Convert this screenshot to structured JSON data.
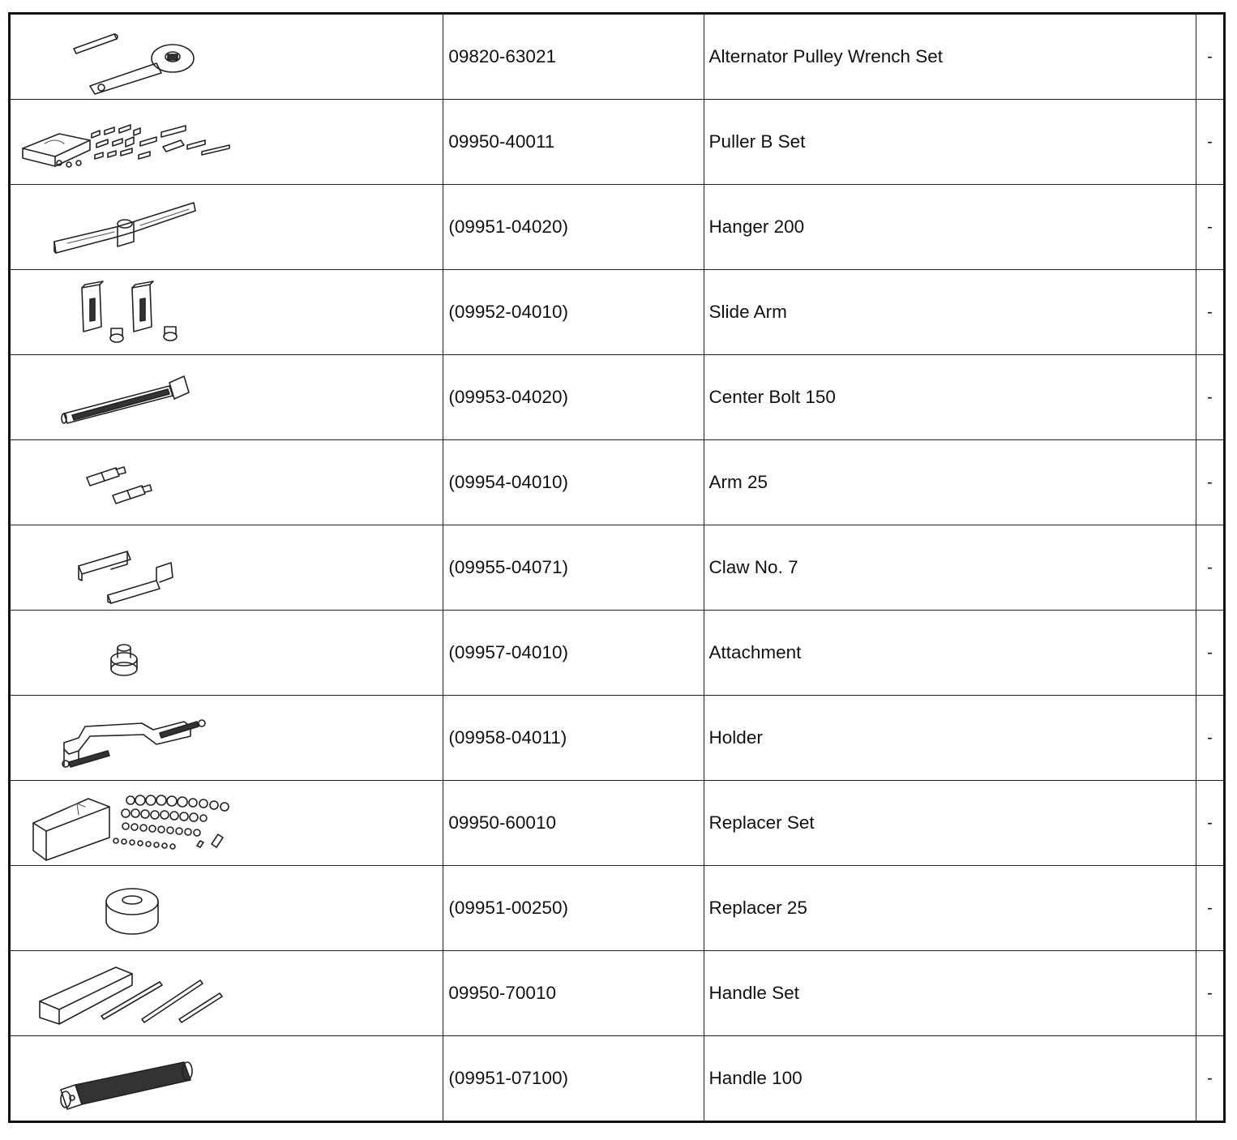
{
  "rows": [
    {
      "number": "09820-63021",
      "name": "Alternator Pulley Wrench Set",
      "note": "-",
      "icon": "pulley-wrench-icon"
    },
    {
      "number": "09950-40011",
      "name": "Puller B Set",
      "note": "-",
      "icon": "puller-set-icon"
    },
    {
      "number": "(09951-04020)",
      "name": "Hanger 200",
      "note": "-",
      "icon": "hanger-icon"
    },
    {
      "number": "(09952-04010)",
      "name": "Slide Arm",
      "note": "-",
      "icon": "slide-arm-icon"
    },
    {
      "number": "(09953-04020)",
      "name": "Center Bolt 150",
      "note": "-",
      "icon": "center-bolt-icon"
    },
    {
      "number": "(09954-04010)",
      "name": "Arm 25",
      "note": "-",
      "icon": "arm-icon"
    },
    {
      "number": "(09955-04071)",
      "name": "Claw No. 7",
      "note": "-",
      "icon": "claw-icon"
    },
    {
      "number": "(09957-04010)",
      "name": "Attachment",
      "note": "-",
      "icon": "attachment-icon"
    },
    {
      "number": "(09958-04011)",
      "name": "Holder",
      "note": "-",
      "icon": "holder-icon"
    },
    {
      "number": "09950-60010",
      "name": "Replacer Set",
      "note": "-",
      "icon": "replacer-set-icon"
    },
    {
      "number": "(09951-00250)",
      "name": "Replacer 25",
      "note": "-",
      "icon": "replacer-icon"
    },
    {
      "number": "09950-70010",
      "name": "Handle Set",
      "note": "-",
      "icon": "handle-set-icon"
    },
    {
      "number": "(09951-07100)",
      "name": "Handle 100",
      "note": "-",
      "icon": "handle-icon"
    }
  ]
}
